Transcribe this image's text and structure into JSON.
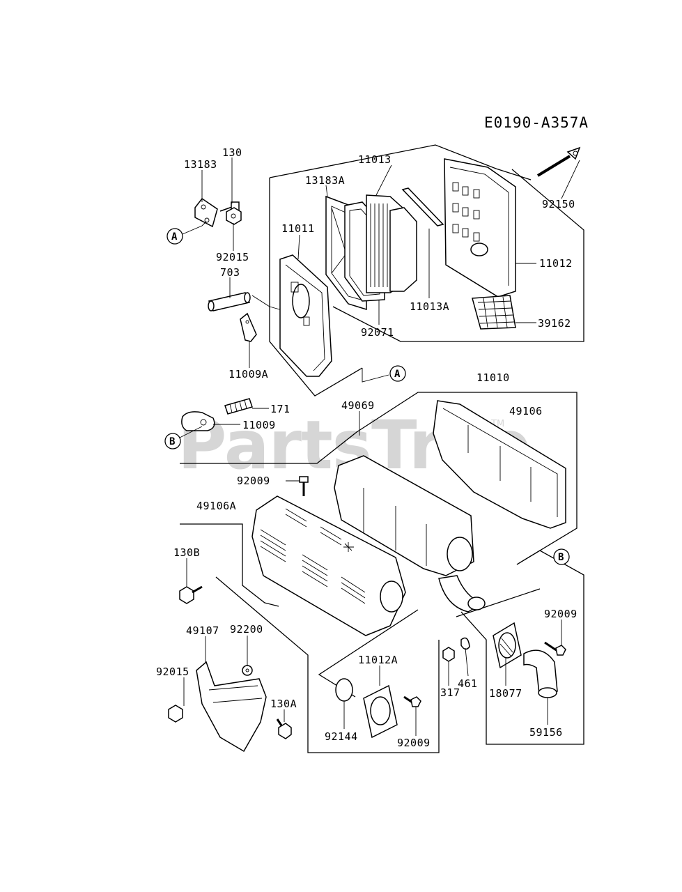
{
  "diagram_code": "E0190-A357A",
  "watermark": {
    "text": "PartsTree",
    "tm": "TM"
  },
  "ref_markers": [
    "A",
    "A",
    "B",
    "B"
  ],
  "part_labels": [
    "130",
    "13183",
    "11013",
    "13183A",
    "92150",
    "11011",
    "92015",
    "703",
    "11012",
    "11013A",
    "39162",
    "92071",
    "11009A",
    "11010",
    "171",
    "11009",
    "49069",
    "49106",
    "92009",
    "49106A",
    "130B",
    "92009",
    "49107",
    "92200",
    "11012A",
    "92015",
    "130A",
    "317",
    "461",
    "18077",
    "59156",
    "92144",
    "92009"
  ]
}
